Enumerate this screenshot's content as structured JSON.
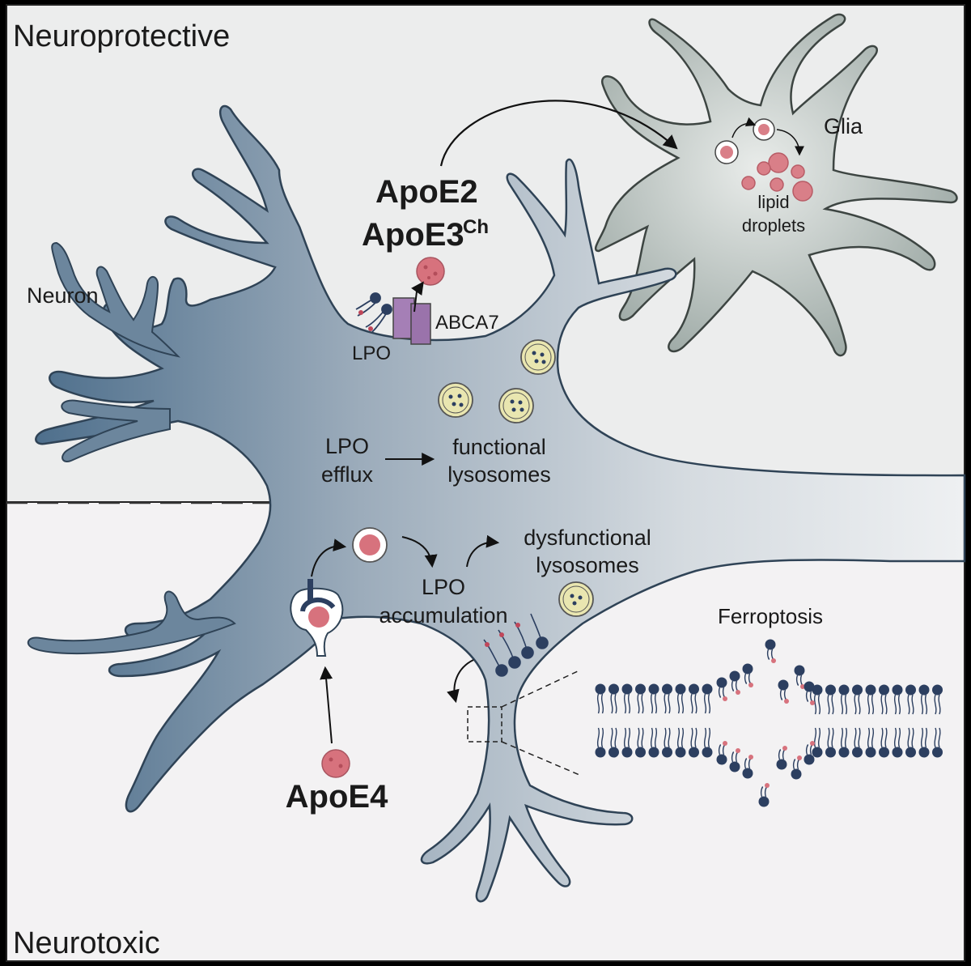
{
  "sections": {
    "top": "Neuroprotective",
    "bottom": "Neurotoxic"
  },
  "labels": {
    "neuron": "Neuron",
    "glia": "Glia",
    "lipid_droplets_1": "lipid",
    "lipid_droplets_2": "droplets",
    "apoe2": "ApoE2",
    "apoe3_main": "ApoE3",
    "apoe3_sup": "Ch",
    "abca7": "ABCA7",
    "lpo_top": "LPO",
    "lpo_efflux_1": "LPO",
    "lpo_efflux_2": "efflux",
    "functional_1": "functional",
    "functional_2": "lysosomes",
    "dysfunctional_1": "dysfunctional",
    "dysfunctional_2": "lysosomes",
    "lpo_accum_1": "LPO",
    "lpo_accum_2": "accumulation",
    "ferroptosis": "Ferroptosis",
    "apoe4": "ApoE4"
  },
  "colors": {
    "top_bg": "#eceded",
    "bottom_bg": "#f3f2f3",
    "neuron_dark": "#4e6f8c",
    "neuron_light": "#e9ecee",
    "glia": "#a7b2ae",
    "apoe_particle": "#d7727d",
    "lysosome_fill": "#e9e6b0",
    "lipid_head": "#2c3f60",
    "transporter": "#a57fb6"
  }
}
